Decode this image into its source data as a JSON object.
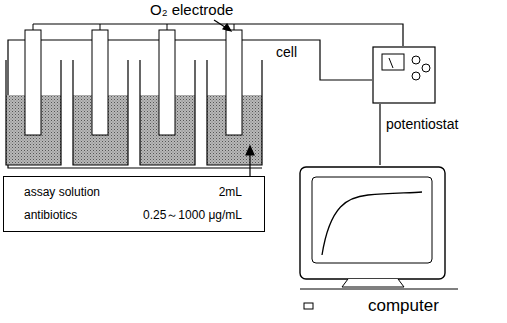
{
  "diagram": {
    "nodes": [
      {
        "text": [
          "assay solution",
          "2mL",
          "antibiotics",
          "0.25～1000 μg/mL"
        ]
      },
      {
        "text": [
          "potentiostat"
        ]
      },
      {
        "text": [
          "computer"
        ]
      }
    ],
    "edges": [
      {
        "from": 1,
        "to": 2,
        "arrow": "none"
      }
    ],
    "labels": [
      "O₂ electrode",
      "cell"
    ]
  }
}
